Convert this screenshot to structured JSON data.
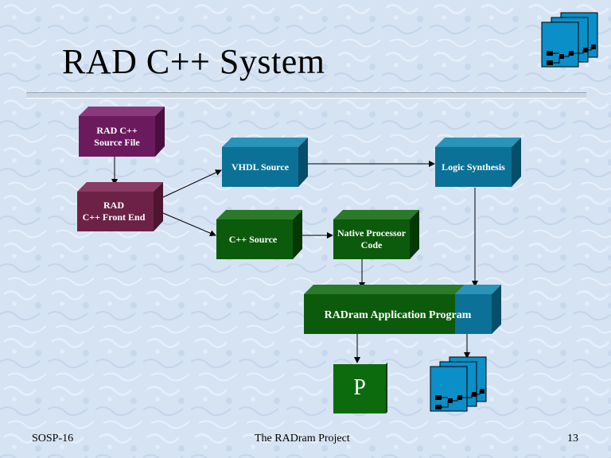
{
  "slide": {
    "title": "RAD C++ System",
    "footer_left": "SOSP-16",
    "footer_center": "The RADram Project",
    "footer_right": "13"
  },
  "diagram": {
    "nodes": {
      "rad_source": {
        "line1": "RAD C++",
        "line2": "Source File"
      },
      "front_end": {
        "line1": "RAD",
        "line2": "C++ Front End"
      },
      "vhdl_source": {
        "label": "VHDL Source"
      },
      "cpp_source": {
        "label": "C++ Source"
      },
      "logic_synthesis": {
        "label": "Logic Synthesis"
      },
      "native_code": {
        "line1": "Native Processor",
        "line2": "Code"
      },
      "radram_program": {
        "label": "RADram Application Program"
      },
      "processor": {
        "label": "P"
      }
    },
    "icons": [
      "logic-circuit-stack-icon",
      "logic-circuit-stack-icon"
    ],
    "colors": {
      "purple": "#6b1a5e",
      "maroon": "#6b2246",
      "teal": "#0b7196",
      "green": "#0c5b0c"
    }
  }
}
